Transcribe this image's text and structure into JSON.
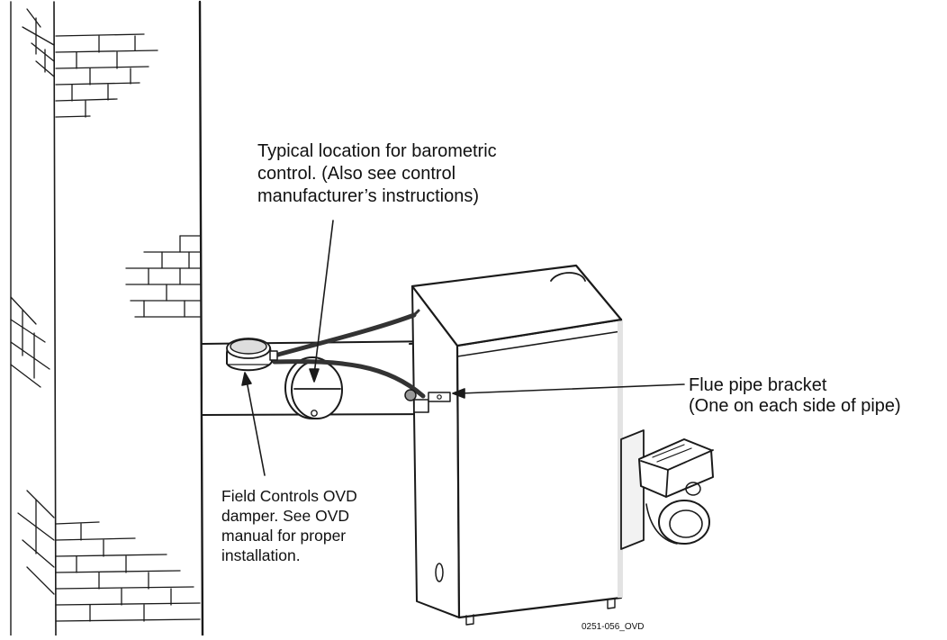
{
  "callouts": {
    "barometric_control": {
      "lines": [
        "Typical location for barometric",
        "control. (Also see control",
        "manufacturer’s instructions)"
      ]
    },
    "flue_pipe_bracket": {
      "lines": [
        "Flue pipe bracket",
        "(One on each side of pipe)"
      ]
    },
    "ovd_damper": {
      "lines": [
        "Field Controls OVD",
        "damper. See OVD",
        "manual for proper",
        "installation."
      ]
    }
  },
  "drawing_code": "0251-056_OVD"
}
